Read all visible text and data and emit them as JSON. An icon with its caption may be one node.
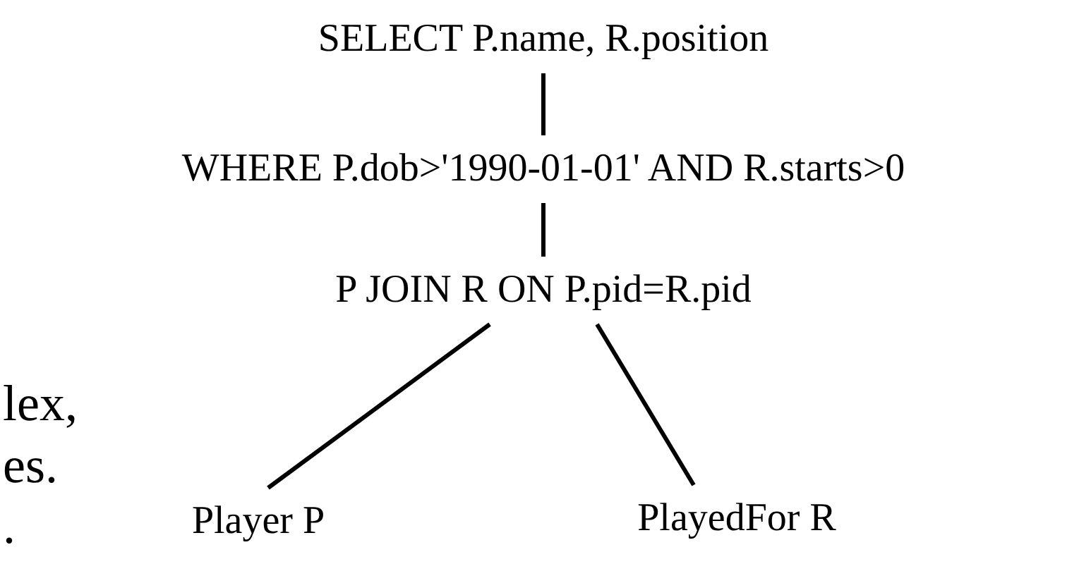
{
  "diagram": {
    "nodes": [
      {
        "text": [
          "SELECT P.name, R.position"
        ]
      },
      {
        "text": [
          "WHERE P.dob>'1990-01-01' AND  R.starts>0"
        ]
      },
      {
        "text": [
          "P JOIN R ON P.pid=R.pid"
        ]
      },
      {
        "text": [
          "Player P"
        ]
      },
      {
        "text": [
          "PlayedFor R"
        ]
      }
    ],
    "edges": [
      {
        "from": 0,
        "to": 1,
        "arrow": "none"
      },
      {
        "from": 1,
        "to": 2,
        "arrow": "none"
      },
      {
        "from": 2,
        "to": 3,
        "arrow": "none"
      },
      {
        "from": 2,
        "to": 4,
        "arrow": "none"
      }
    ],
    "labels": [
      "lex,",
      "es.",
      "."
    ]
  }
}
